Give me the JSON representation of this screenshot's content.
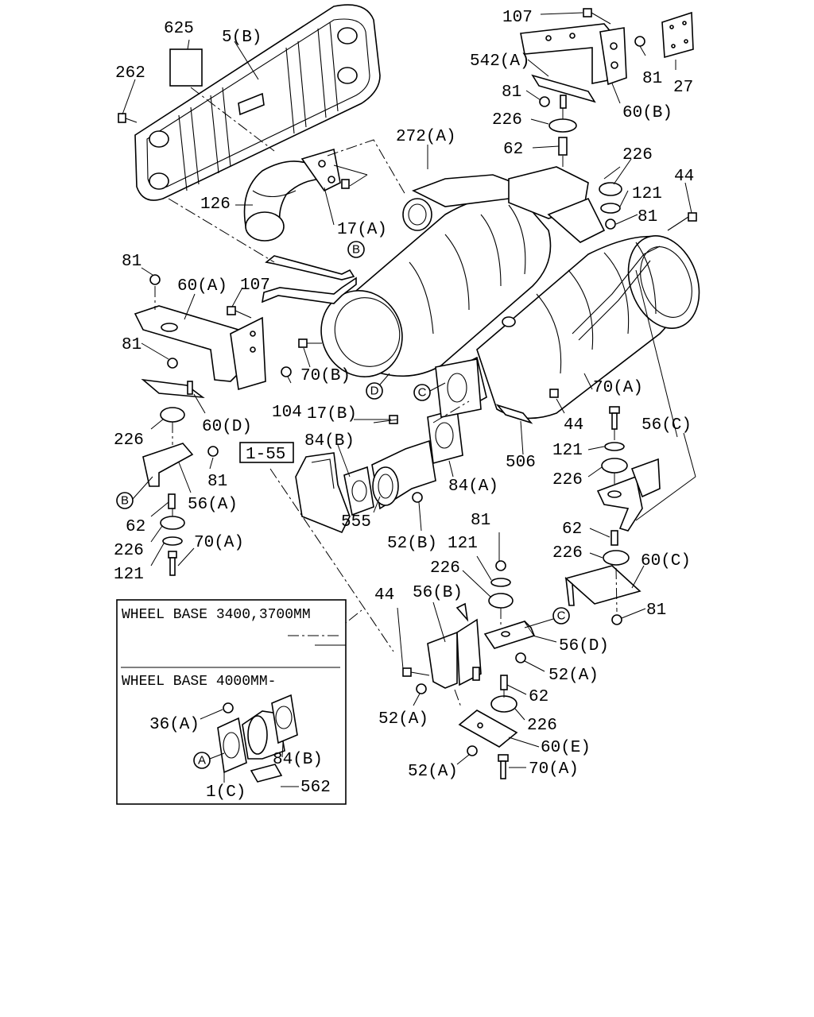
{
  "labels": {
    "l625": "625",
    "l5B": "5(B)",
    "l262": "262",
    "l126": "126",
    "l17A": "17(A)",
    "l272A": "272(A)",
    "l107top": "107",
    "l542A": "542(A)",
    "l81top": "81",
    "l81topb": "81",
    "l27": "27",
    "l226top": "226",
    "l60B": "60(B)",
    "l62top": "62",
    "l226r": "226",
    "l121r": "121",
    "l81r": "81",
    "l44r": "44",
    "l81l": "81",
    "l60A": "60(A)",
    "l107l": "107",
    "l81l2": "81",
    "l70B": "70(B)",
    "l104": "104",
    "l60D": "60(D)",
    "l226l": "226",
    "l81l3": "81",
    "l56A": "56(A)",
    "l62l": "62",
    "l226l2": "226",
    "l70Al": "70(A)",
    "l121l": "121",
    "l17B": "17(B)",
    "l84B": "84(B)",
    "l155": "1-55",
    "l555": "555",
    "l52B": "52(B)",
    "l84A": "84(A)",
    "l506": "506",
    "l44m": "44",
    "l70Ar": "70(A)",
    "l56C": "56(C)",
    "l121r2": "121",
    "l226r2": "226",
    "l62r": "62",
    "l226r3": "226",
    "l60C": "60(C)",
    "l81r3": "81",
    "l81m": "81",
    "l121m": "121",
    "l226m": "226",
    "l44b": "44",
    "l56B": "56(B)",
    "l56D": "56(D)",
    "l52Ar": "52(A)",
    "l52Al": "52(A)",
    "l62b": "62",
    "l226b": "226",
    "l60E": "60(E)",
    "l52Ab": "52(A)",
    "l70Ab": "70(A)"
  },
  "callouts": {
    "A": "A",
    "B": "B",
    "C": "C",
    "D": "D"
  },
  "inset": {
    "wb1": "WHEEL BASE 3400,3700MM",
    "wb2": "WHEEL BASE 4000MM-",
    "l36A": "36(A)",
    "l84B2": "84(B)",
    "l1C": "1(C)",
    "l562": "562"
  }
}
